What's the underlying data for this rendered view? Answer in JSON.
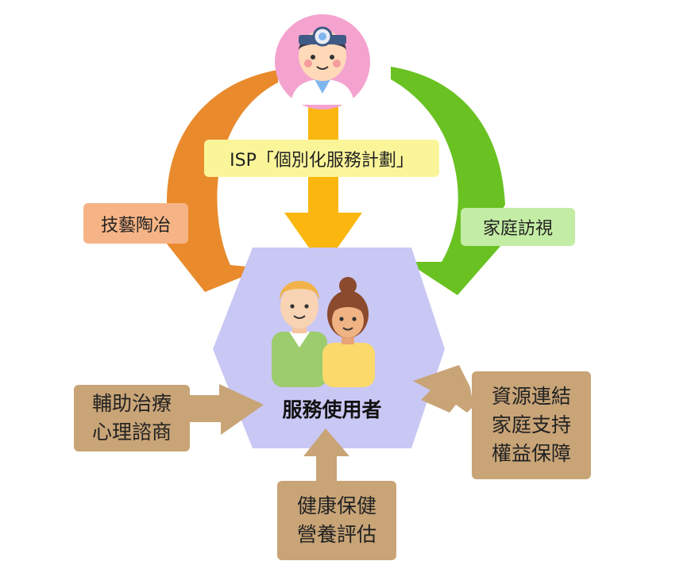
{
  "colors": {
    "orange": "#e98a2c",
    "orange_label": "#f6b486",
    "yellow": "#fbb70f",
    "yellow_label": "#fbf59a",
    "green": "#6ac222",
    "green_label": "#c3eca4",
    "tan": "#c8a477",
    "hexagon": "#c9c7f4",
    "doctor_circle": "#f4a3cf"
  },
  "icons": {
    "top": "doctor-avatar-icon",
    "center": "couple-users-icon"
  },
  "top_label": "ISP「個別化服務計劃」",
  "left_label": "技藝陶冶",
  "right_label": "家庭訪視",
  "center_label": "服務使用者",
  "boxes": {
    "left": [
      "輔助治療",
      "心理諮商"
    ],
    "right": [
      "資源連結",
      "家庭支持",
      "權益保障"
    ],
    "bottom": [
      "健康保健",
      "營養評估"
    ]
  }
}
